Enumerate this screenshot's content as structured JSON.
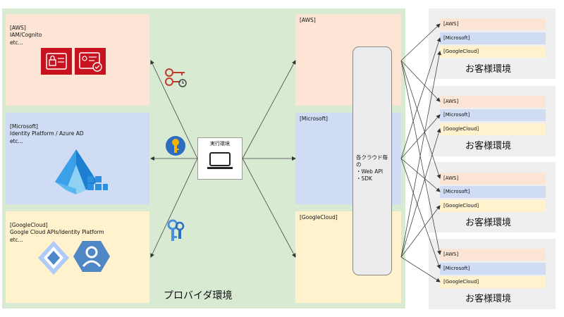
{
  "provider": {
    "title": "プロバイダ環境",
    "aws_box": "[AWS]\nIAM/Cognito\netc...",
    "ms_box": "[Microsoft]\nIdentity Platform / Azure AD\netc...",
    "gc_box": "[GoogleCloud]\nGoogle Cloud APIs/Identity Platform\netc..."
  },
  "runtime": {
    "label": "実行環境"
  },
  "middle": {
    "aws": "[AWS]",
    "ms": "[Microsoft]",
    "gc": "[GoogleCloud]"
  },
  "sdk": {
    "text": "各クラウド毎\nの\n・Web API\n・SDK"
  },
  "customers": [
    {
      "aws": "[AWS]",
      "ms": "[Microsoft]",
      "gc": "[GoogleCloud]",
      "title": "お客様環境"
    },
    {
      "aws": "[AWS]",
      "ms": "[Microsoft]",
      "gc": "[GoogleCloud]",
      "title": "お客様環境"
    },
    {
      "aws": "[AWS]",
      "ms": "[Microsoft]",
      "gc": "[GoogleCloud]",
      "title": "お客様環境"
    },
    {
      "aws": "[AWS]",
      "ms": "[Microsoft]",
      "gc": "[GoogleCloud]",
      "title": "お客様環境"
    }
  ],
  "colors": {
    "provider_bg": "#d9ead3",
    "aws": "#fce5d4",
    "microsoft": "#cfdcf3",
    "googlecloud": "#fff2cc",
    "customer_bg": "#efefef",
    "aws_icon": "#c7131f",
    "azure_icon": "#1c8fd6",
    "key_yellow": "#f4b400",
    "key_blue": "#4a8fe0",
    "gcp_icon": "#4f86c6"
  },
  "icons": [
    "aws-iam-icon",
    "aws-cognito-icon",
    "azure-ad-icon",
    "gcp-diamond-icon",
    "gcp-identity-icon",
    "key-red-icon",
    "key-yellow-icon",
    "key-blue-icon",
    "laptop-icon"
  ]
}
